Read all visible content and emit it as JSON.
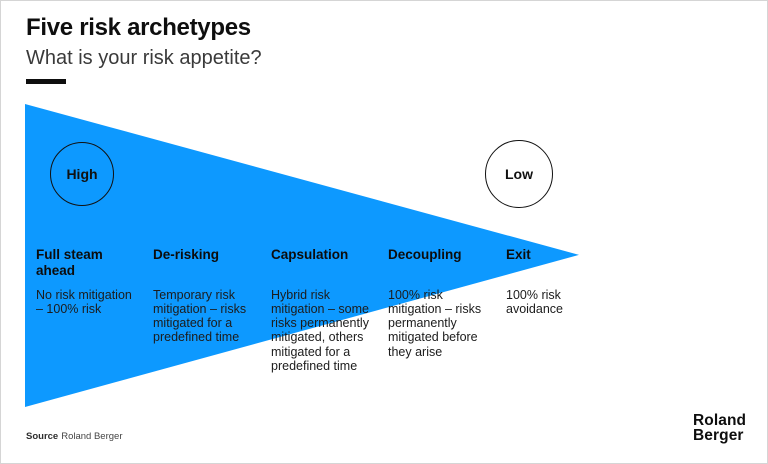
{
  "page": {
    "background": "#ffffff",
    "border_color": "#d5d5d5"
  },
  "header": {
    "title": "Five risk archetypes",
    "subtitle": "What is your risk appetite?"
  },
  "diagram": {
    "type": "funnel-triangle",
    "triangle_color": "#0D99FF",
    "risk_scale": {
      "high_label": "High",
      "low_label": "Low"
    },
    "columns": [
      {
        "title": "Full steam ahead",
        "description": "No risk mitigation – 100% risk"
      },
      {
        "title": "De-risking",
        "description": "Temporary risk mitigation – risks mitigated for a predefined time"
      },
      {
        "title": "Capsulation",
        "description": "Hybrid risk mitigation – some risks permanently mitigated, others mitigated for a predefined time"
      },
      {
        "title": "Decoupling",
        "description": "100% risk mitigation – risks permanently mitigated before they arise"
      },
      {
        "title": "Exit",
        "description": "100% risk avoidance"
      }
    ]
  },
  "footer": {
    "source_label": "Source",
    "source_value": "Roland Berger",
    "logo_line1": "Roland",
    "logo_line2": "Berger"
  }
}
